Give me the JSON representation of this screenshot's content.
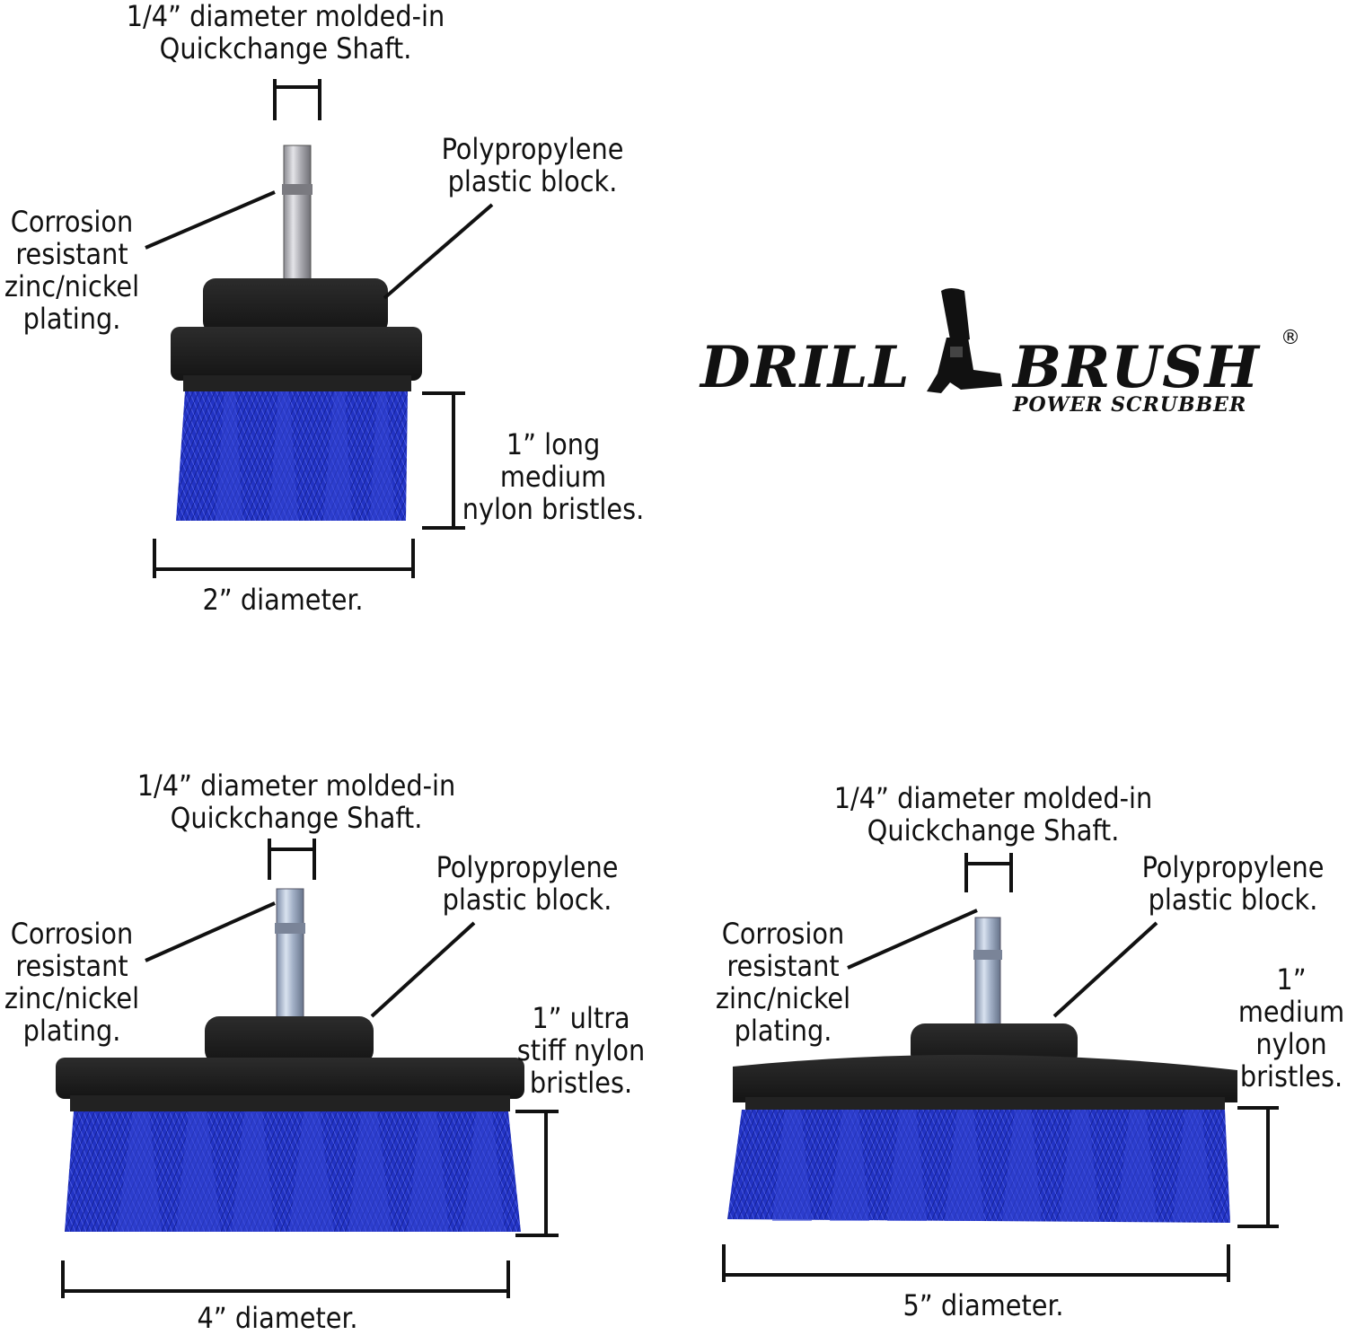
{
  "logo": {
    "word1": "DRILL",
    "word2": "BRUSH",
    "tagline": "POWER SCRUBBER",
    "registered": "®"
  },
  "colors": {
    "bristle": "#1f2fbf",
    "block": "#1b1b1b",
    "shaft": "#b8b8bc"
  },
  "brushes": [
    {
      "shaft_line1": "1/4” diameter molded-in",
      "shaft_line2": "Quickchange Shaft.",
      "plating_line1": "Corrosion",
      "plating_line2": "resistant",
      "plating_line3": "zinc/nickel",
      "plating_line4": "plating.",
      "block_line1": "Polypropylene",
      "block_line2": "plastic block.",
      "bristle_line1": "1” long",
      "bristle_line2": "medium",
      "bristle_line3": "nylon bristles.",
      "diameter": "2” diameter."
    },
    {
      "shaft_line1": "1/4” diameter molded-in",
      "shaft_line2": "Quickchange Shaft.",
      "plating_line1": "Corrosion",
      "plating_line2": "resistant",
      "plating_line3": "zinc/nickel",
      "plating_line4": "plating.",
      "block_line1": "Polypropylene",
      "block_line2": "plastic block.",
      "bristle_line1": "1” ultra",
      "bristle_line2": "stiff nylon",
      "bristle_line3": "bristles.",
      "diameter": "4” diameter."
    },
    {
      "shaft_line1": "1/4” diameter molded-in",
      "shaft_line2": "Quickchange Shaft.",
      "plating_line1": "Corrosion",
      "plating_line2": "resistant",
      "plating_line3": "zinc/nickel",
      "plating_line4": "plating.",
      "block_line1": "Polypropylene",
      "block_line2": "plastic block.",
      "bristle_line1": "1”",
      "bristle_line2": "medium",
      "bristle_line3": "nylon",
      "bristle_line4": "bristles.",
      "diameter": "5” diameter."
    }
  ]
}
